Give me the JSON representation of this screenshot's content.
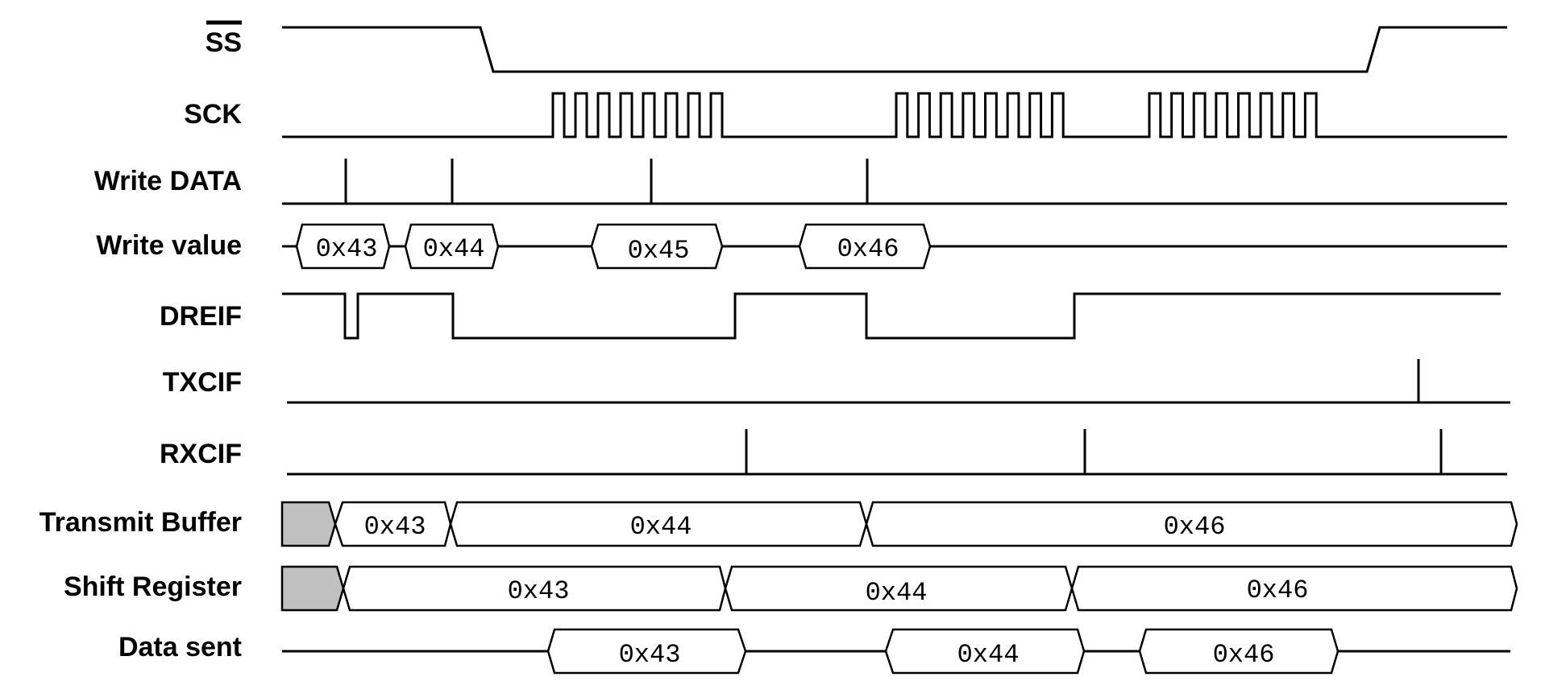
{
  "signals": {
    "ss": "SS",
    "sck": "SCK",
    "write_data": "Write DATA",
    "write_value": "Write value",
    "dreif": "DREIF",
    "txcif": "TXCIF",
    "rxcif": "RXCIF",
    "transmit_buffer": "Transmit Buffer",
    "shift_register": "Shift Register",
    "data_sent": "Data sent"
  },
  "write_value": [
    "0x43",
    "0x44",
    "0x45",
    "0x46"
  ],
  "transmit_buffer": [
    "0x43",
    "0x44",
    "0x46"
  ],
  "shift_register": [
    "0x43",
    "0x44",
    "0x46"
  ],
  "data_sent": [
    "0x43",
    "0x44",
    "0x46"
  ],
  "colors": {
    "line": "#000000",
    "idle_fill": "#c0c0c0"
  }
}
